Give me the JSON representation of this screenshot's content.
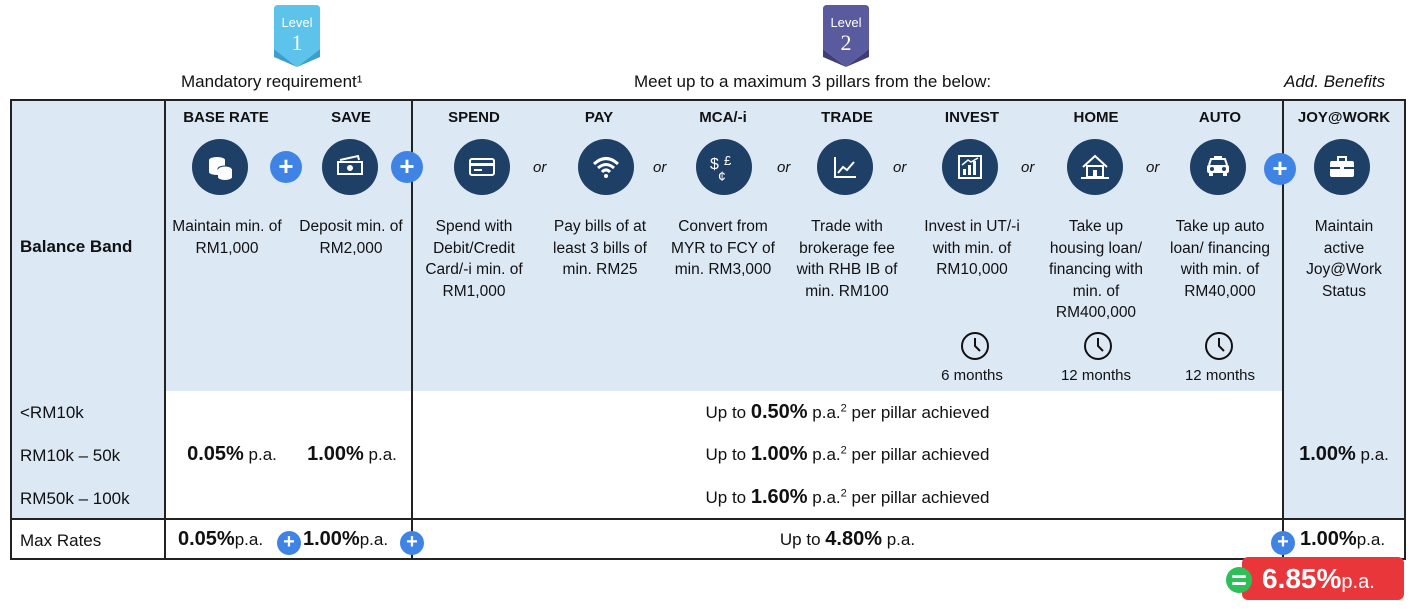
{
  "levels": [
    {
      "word": "Level",
      "number": "1",
      "color": "#5ec3ea",
      "caption": "Mandatory requirement¹"
    },
    {
      "word": "Level",
      "number": "2",
      "color": "#5a5a9e",
      "caption": "Meet up to a maximum 3 pillars from the below:"
    }
  ],
  "add_benefits": "Add. Benefits",
  "row_header": "Balance Band",
  "columns": [
    {
      "title": "BASE RATE",
      "icon": "coins-icon",
      "desc": "Maintain min. of RM1,000"
    },
    {
      "title": "SAVE",
      "icon": "cash-icon",
      "desc": "Deposit min. of RM2,000"
    },
    {
      "title": "SPEND",
      "icon": "credit-card-icon",
      "desc": "Spend with Debit/Credit Card/-i min. of RM1,000"
    },
    {
      "title": "PAY",
      "icon": "wifi-icon",
      "desc": "Pay bills of at least 3 bills of min. RM25"
    },
    {
      "title": "MCA/-i",
      "icon": "currency-exchange-icon",
      "desc": "Convert from MYR to FCY of min. RM3,000"
    },
    {
      "title": "TRADE",
      "icon": "trend-chart-icon",
      "desc": "Trade with brokerage fee with RHB IB of min. RM100"
    },
    {
      "title": "INVEST",
      "icon": "bar-chart-icon",
      "desc": "Invest in UT/-i with min. of RM10,000",
      "tenure": "6 months"
    },
    {
      "title": "HOME",
      "icon": "house-icon",
      "desc": "Take up housing loan/ financing with min. of RM400,000",
      "tenure": "12 months"
    },
    {
      "title": "AUTO",
      "icon": "car-icon",
      "desc": "Take up auto loan/ financing with min. of RM40,000",
      "tenure": "12 months"
    },
    {
      "title": "JOY@WORK",
      "icon": "briefcase-icon",
      "desc": "Maintain active Joy@Work Status"
    }
  ],
  "or_label": "or",
  "plus_label": "+",
  "bands": [
    "<RM10k",
    "RM10k – 50k",
    "RM50k – 100k"
  ],
  "base_rate": {
    "value": "0.05%",
    "unit": " p.a."
  },
  "save_rate": {
    "value": "1.00%",
    "unit": " p.a."
  },
  "pillar_rates": [
    {
      "prefix": "Up to ",
      "value": "0.50%",
      "unit": " p.a.",
      "sup": "2",
      "suffix": " per pillar achieved"
    },
    {
      "prefix": "Up to ",
      "value": "1.00%",
      "unit": " p.a.",
      "sup": "2",
      "suffix": " per pillar achieved"
    },
    {
      "prefix": "Up to ",
      "value": "1.60%",
      "unit": " p.a.",
      "sup": "2",
      "suffix": " per pillar achieved"
    }
  ],
  "joy_rate": {
    "value": "1.00%",
    "unit": " p.a."
  },
  "max_rates": {
    "label": "Max Rates",
    "base": {
      "value": "0.05%",
      "unit": "p.a."
    },
    "save": {
      "value": "1.00%",
      "unit": "p.a."
    },
    "pillars": {
      "prefix": "Up to ",
      "value": "4.80%",
      "unit": " p.a."
    },
    "joy": {
      "value": "1.00%",
      "unit": "p.a."
    }
  },
  "total": {
    "value": "6.85%",
    "unit": "p.a.",
    "color": "#e8363b"
  }
}
